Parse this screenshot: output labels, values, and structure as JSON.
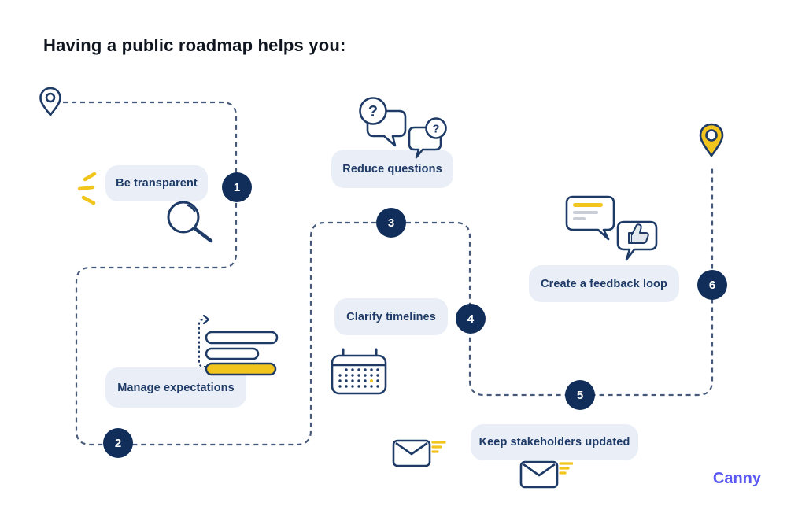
{
  "title": "Having a public roadmap helps you:",
  "steps": [
    {
      "number": "1",
      "label": "Be transparent"
    },
    {
      "number": "2",
      "label": "Manage expectations"
    },
    {
      "number": "3",
      "label": "Reduce questions"
    },
    {
      "number": "4",
      "label": "Clarify timelines"
    },
    {
      "number": "5",
      "label": "Keep stakeholders updated"
    },
    {
      "number": "6",
      "label": "Create a feedback loop"
    }
  ],
  "question_bubbles": {
    "large_mark": "?",
    "small_mark": "?"
  },
  "brand": {
    "name": "Canny"
  },
  "icons": {
    "start": "location-pin-outline",
    "end": "location-pin-filled",
    "step1": [
      "sparks",
      "magnifier"
    ],
    "step2": [
      "roadmap-bars"
    ],
    "step3": [
      "question-speech-bubbles"
    ],
    "step4": [
      "calendar"
    ],
    "step5": [
      "envelope-send",
      "envelope-send"
    ],
    "step6": [
      "comment-bubble",
      "thumbs-up-bubble"
    ]
  },
  "colors": {
    "navy": "#1e3a66",
    "badge_navy": "#112e5b",
    "path_dash": "#46597a",
    "pill_background": "#e9eef7",
    "yellow": "#f2c51d",
    "gray_line": "#c9ced6",
    "brand_purple": "#5b57f3",
    "title_text": "#10161f",
    "background": "#ffffff"
  }
}
